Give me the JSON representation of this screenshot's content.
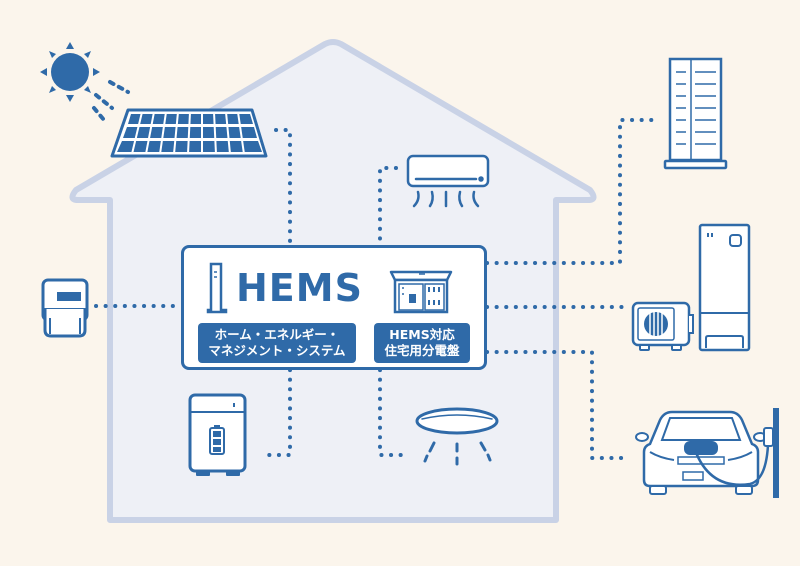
{
  "diagram": {
    "title": "HEMS",
    "colors": {
      "background": "#fbf5ec",
      "house_fill": "#eef0f6",
      "house_outline": "#c9d2e6",
      "accent": "#2f6aa8"
    },
    "hub": {
      "title": "HEMS",
      "labels": [
        {
          "line1": "ホーム・エネルギー・",
          "line2": "マネジメント・システム"
        },
        {
          "line1": "HEMS対応",
          "line2": "住宅用分電盤"
        }
      ]
    },
    "devices": [
      {
        "name": "sun",
        "icon": "sun-icon"
      },
      {
        "name": "solar-panel",
        "icon": "solar-panel-icon"
      },
      {
        "name": "air-conditioner",
        "icon": "air-conditioner-icon"
      },
      {
        "name": "smart-meter",
        "icon": "smart-meter-icon"
      },
      {
        "name": "storage-battery",
        "icon": "battery-icon"
      },
      {
        "name": "ceiling-light",
        "icon": "ceiling-light-icon"
      },
      {
        "name": "fuel-cell",
        "icon": "fuel-cell-icon"
      },
      {
        "name": "heat-pump-water-heater",
        "icon": "heat-pump-icon"
      },
      {
        "name": "electric-vehicle",
        "icon": "ev-charging-icon"
      }
    ]
  }
}
